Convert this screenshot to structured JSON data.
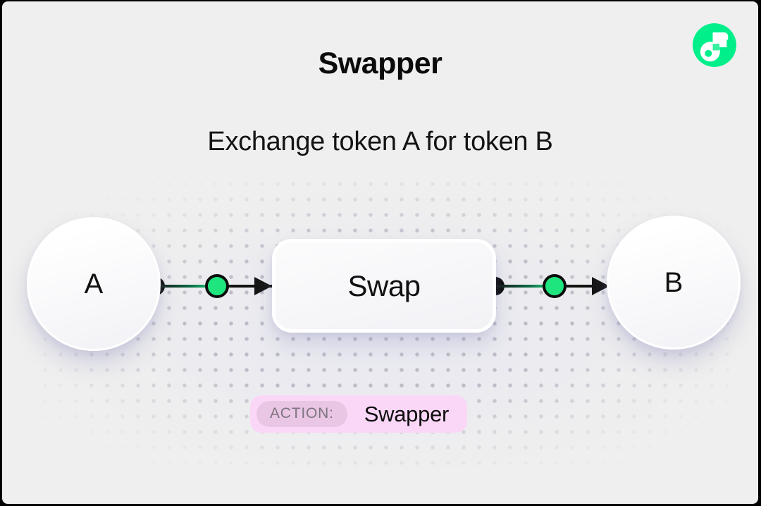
{
  "header": {
    "title": "Swapper",
    "subtitle": "Exchange token A for token B"
  },
  "logo": {
    "name": "flow-logo",
    "color": "#00ef8b",
    "accent": "#35f09e"
  },
  "diagram": {
    "nodes": [
      {
        "id": "A",
        "label": "A"
      },
      {
        "id": "B",
        "label": "B"
      }
    ],
    "action_box": {
      "label": "Swap"
    },
    "connector_color": "#1ee57e",
    "line_color": "#111111"
  },
  "badge": {
    "label": "ACTION:",
    "value": "Swapper",
    "bg": "#fbd7f7",
    "label_bg": "#e9c6e3",
    "label_text_color": "#7d7580"
  },
  "background": "#efefef"
}
